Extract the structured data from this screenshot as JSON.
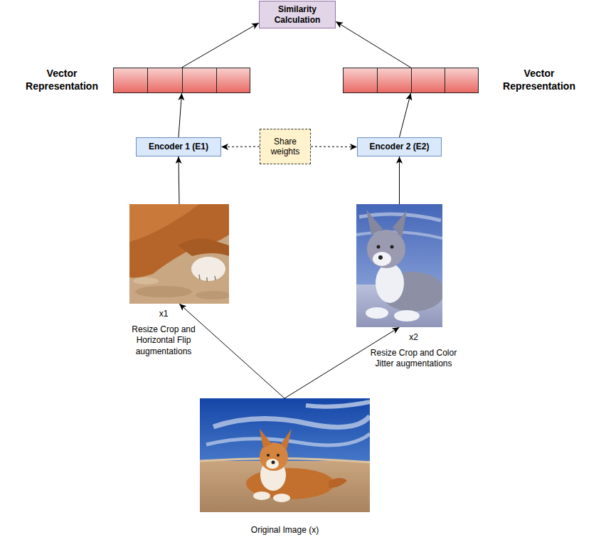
{
  "diagram": {
    "nodes": [
      {
        "text": [
          "Similarity Calculation"
        ]
      },
      {
        "text": [
          "Vector Representation"
        ]
      },
      {
        "text": [
          "Vector Representation"
        ]
      },
      {
        "text": [
          "Encoder 1 (E1)"
        ]
      },
      {
        "text": [
          "Share weights"
        ]
      },
      {
        "text": [
          "Encoder 2 (E2)"
        ]
      },
      {
        "text": [
          "x1",
          "Resize Crop and Horizontal Flip augmentations"
        ]
      },
      {
        "text": [
          "x2",
          "Resize Crop and Color Jitter augmentations"
        ]
      },
      {
        "text": [
          "Original Image (x)"
        ]
      }
    ],
    "edges": [
      {
        "from": 8,
        "to": 6,
        "arrow": "to"
      },
      {
        "from": 8,
        "to": 7,
        "arrow": "to"
      },
      {
        "from": 6,
        "to": 3,
        "arrow": "to"
      },
      {
        "from": 7,
        "to": 5,
        "arrow": "to"
      },
      {
        "from": 3,
        "to": 1,
        "arrow": "to"
      },
      {
        "from": 5,
        "to": 2,
        "arrow": "to"
      },
      {
        "from": 1,
        "to": 0,
        "arrow": "to"
      },
      {
        "from": 2,
        "to": 0,
        "arrow": "to"
      },
      {
        "from": 4,
        "to": 3,
        "arrow": "to"
      },
      {
        "from": 4,
        "to": 5,
        "arrow": "to"
      }
    ]
  }
}
